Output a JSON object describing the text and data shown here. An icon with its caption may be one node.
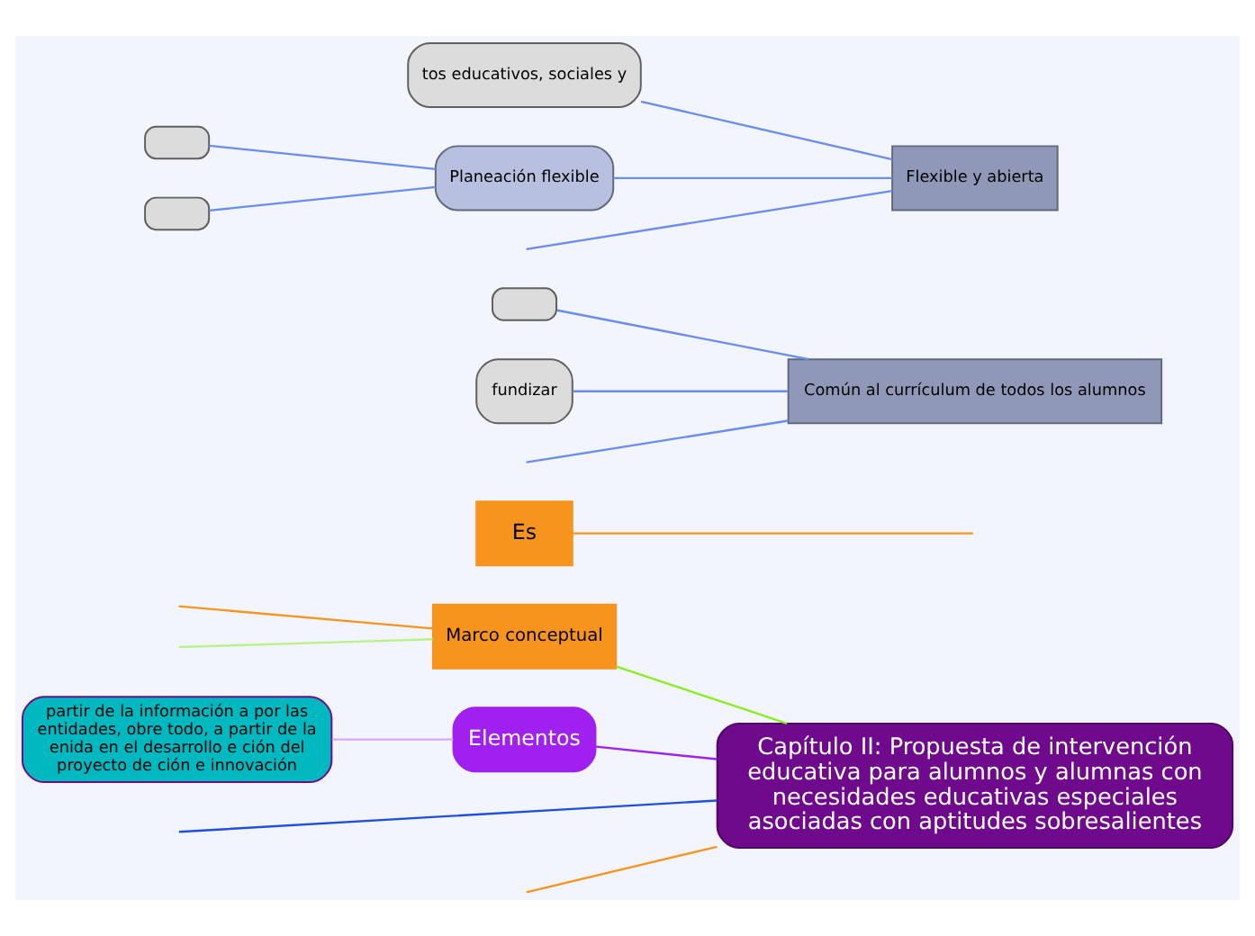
{
  "diagram": {
    "nodes": [
      {
        "text": [
          "Capítulo II: Propuesta de intervención educativa para alumnos y alumnas con necesidades educativas especiales asociadas con aptitudes sobresalientes"
        ]
      },
      {
        "text": [
          "Marco conceptual"
        ]
      },
      {
        "text": [
          "Es"
        ]
      },
      {
        "text": [
          "Elementos"
        ]
      },
      {
        "text": [
          "partir de la información a por las entidades, obre todo, a partir de la enida en el desarrollo e ción del proyecto de ción e innovación"
        ]
      },
      {
        "text": [
          "Común al currículum de todos los alumnos"
        ]
      },
      {
        "text": [],
        "shape": "box"
      },
      {
        "text": [
          "fundizar"
        ]
      },
      {
        "text": [
          "Flexible y abierta"
        ]
      },
      {
        "text": [
          "tos educativos, sociales y"
        ]
      },
      {
        "text": [
          "Planeación flexible"
        ]
      },
      {
        "text": [],
        "shape": "box"
      },
      {
        "text": [],
        "shape": "box"
      }
    ],
    "edges": [
      {
        "from": 0,
        "to": null,
        "arrow": "none",
        "color": "#1f4fe0"
      },
      {
        "from": 0,
        "to": null,
        "arrow": "none",
        "color": "#f7941d"
      },
      {
        "from": 0,
        "to": 1,
        "arrow": "none",
        "color": "#88ee22"
      },
      {
        "from": 1,
        "to": null,
        "arrow": "none",
        "color": "#f7941d"
      },
      {
        "from": 1,
        "to": null,
        "arrow": "none",
        "color": "#bbf08a"
      },
      {
        "from": null,
        "to": 2,
        "arrow": "none",
        "color": "#f7941d"
      },
      {
        "from": 0,
        "to": 3,
        "arrow": "none",
        "color": "#a020f0"
      },
      {
        "from": 3,
        "to": 4,
        "arrow": "none",
        "color": "#d8a8f8"
      },
      {
        "from": 5,
        "to": null,
        "arrow": "none",
        "color": "#6a8cf0"
      },
      {
        "from": 5,
        "to": 6,
        "arrow": "none",
        "color": "#6a8cf0"
      },
      {
        "from": 5,
        "to": 7,
        "arrow": "none",
        "color": "#6a8cf0"
      },
      {
        "from": 8,
        "to": null,
        "arrow": "none",
        "color": "#6a8cf0"
      },
      {
        "from": 8,
        "to": 9,
        "arrow": "none",
        "color": "#6a8cf0"
      },
      {
        "from": 8,
        "to": 10,
        "arrow": "none",
        "color": "#6a8cf0"
      },
      {
        "from": 10,
        "to": 11,
        "arrow": "none",
        "color": "#6a8cf0"
      },
      {
        "from": 10,
        "to": 12,
        "arrow": "none",
        "color": "#6a8cf0"
      }
    ]
  }
}
